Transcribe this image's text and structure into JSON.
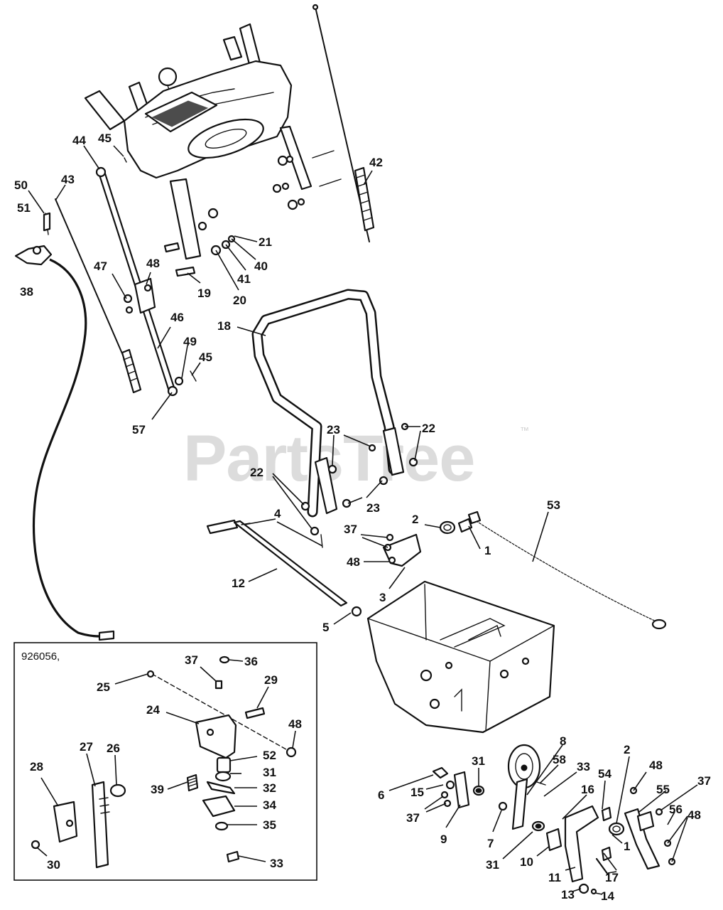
{
  "watermark": {
    "text": "PartsTree",
    "trademark": "™"
  },
  "inset": {
    "model_code": "926056,"
  },
  "callouts": {
    "c44": "44",
    "c45a": "45",
    "c43": "43",
    "c50": "50",
    "c51": "51",
    "c38": "38",
    "c47": "47",
    "c48a": "48",
    "c19": "19",
    "c20": "20",
    "c41": "41",
    "c40": "40",
    "c21": "21",
    "c42": "42",
    "c46": "46",
    "c49": "49",
    "c45b": "45",
    "c57": "57",
    "c18": "18",
    "c23a": "23",
    "c22a": "22",
    "c22b": "22",
    "c23b": "23",
    "c4": "4",
    "c2a": "2",
    "c1a": "1",
    "c53": "53",
    "c37a": "37",
    "c48b": "48",
    "c12": "12",
    "c3": "3",
    "c5": "5",
    "c37b": "37",
    "c36": "36",
    "c25": "25",
    "c29": "29",
    "c24": "24",
    "c48c": "48",
    "c27": "27",
    "c26": "26",
    "c28": "28",
    "c52": "52",
    "c39": "39",
    "c31a": "31",
    "c32": "32",
    "c34": "34",
    "c35": "35",
    "c30": "30",
    "c33a": "33",
    "c8": "8",
    "c58": "58",
    "c33b": "33",
    "c2b": "2",
    "c48d": "48",
    "c31b": "31",
    "c54": "54",
    "c37c": "37",
    "c55": "55",
    "c6": "6",
    "c15": "15",
    "c16": "16",
    "c56": "56",
    "c48e": "48",
    "c37d": "37",
    "c9": "9",
    "c7": "7",
    "c1b": "1",
    "c17": "17",
    "c31c": "31",
    "c10": "10",
    "c11": "11",
    "c13": "13",
    "c14": "14"
  }
}
